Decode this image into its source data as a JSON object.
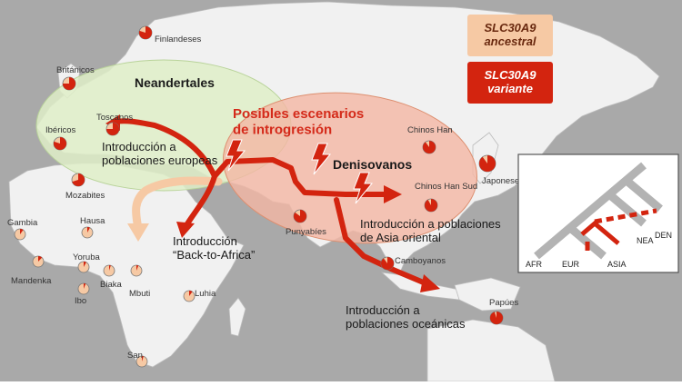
{
  "colors": {
    "ancestral": "#f6c9a4",
    "variant": "#d3240f",
    "ocean": "#a9a9a9",
    "land": "#f1f1f1",
    "neanderthal_zone": "#dfeec8",
    "denisovan_zone": "#f4b6a4",
    "tree": "#b3b3b3"
  },
  "legend": {
    "ancestral": "SLC30A9\nancestral",
    "variant": "SLC30A9\nvariante"
  },
  "regions": {
    "neanderthals": "Neandertales",
    "denisovans": "Denisovanos",
    "scenarios": "Posibles escenarios\nde introgresión"
  },
  "routes": {
    "europe": "Introducción a\npoblaciones europeas",
    "back_to_africa": "Introducción\n“Back-to-Africa”",
    "east_asia": "Introducción a poblaciones\nde Asia oriental",
    "oceania": "Introducción a\npoblaciones oceánicas"
  },
  "populations": [
    {
      "name": "Finlandeses",
      "variant_share": 0.8
    },
    {
      "name": "Británicos",
      "variant_share": 0.75
    },
    {
      "name": "Ibéricos",
      "variant_share": 0.8
    },
    {
      "name": "Toscanos",
      "variant_share": 0.75
    },
    {
      "name": "Mozabites",
      "variant_share": 0.7
    },
    {
      "name": "Gambia",
      "variant_share": 0.1
    },
    {
      "name": "Hausa",
      "variant_share": 0.08
    },
    {
      "name": "Yoruba",
      "variant_share": 0.08
    },
    {
      "name": "Mandenka",
      "variant_share": 0.12
    },
    {
      "name": "Ibo",
      "variant_share": 0.06
    },
    {
      "name": "Biaka",
      "variant_share": 0.05
    },
    {
      "name": "Mbuti",
      "variant_share": 0.06
    },
    {
      "name": "Luhia",
      "variant_share": 0.1
    },
    {
      "name": "San",
      "variant_share": 0.05
    },
    {
      "name": "Chinos Han",
      "variant_share": 0.9
    },
    {
      "name": "Chinos Han Sud",
      "variant_share": 0.92
    },
    {
      "name": "Japoneses",
      "variant_share": 0.9
    },
    {
      "name": "Punyabíes",
      "variant_share": 0.85
    },
    {
      "name": "Camboyanos",
      "variant_share": 0.9
    },
    {
      "name": "Papúes",
      "variant_share": 0.95
    }
  ],
  "tree_labels": {
    "afr": "AFR",
    "eur": "EUR",
    "asia": "ASIA",
    "nea": "NEA",
    "den": "DEN"
  }
}
